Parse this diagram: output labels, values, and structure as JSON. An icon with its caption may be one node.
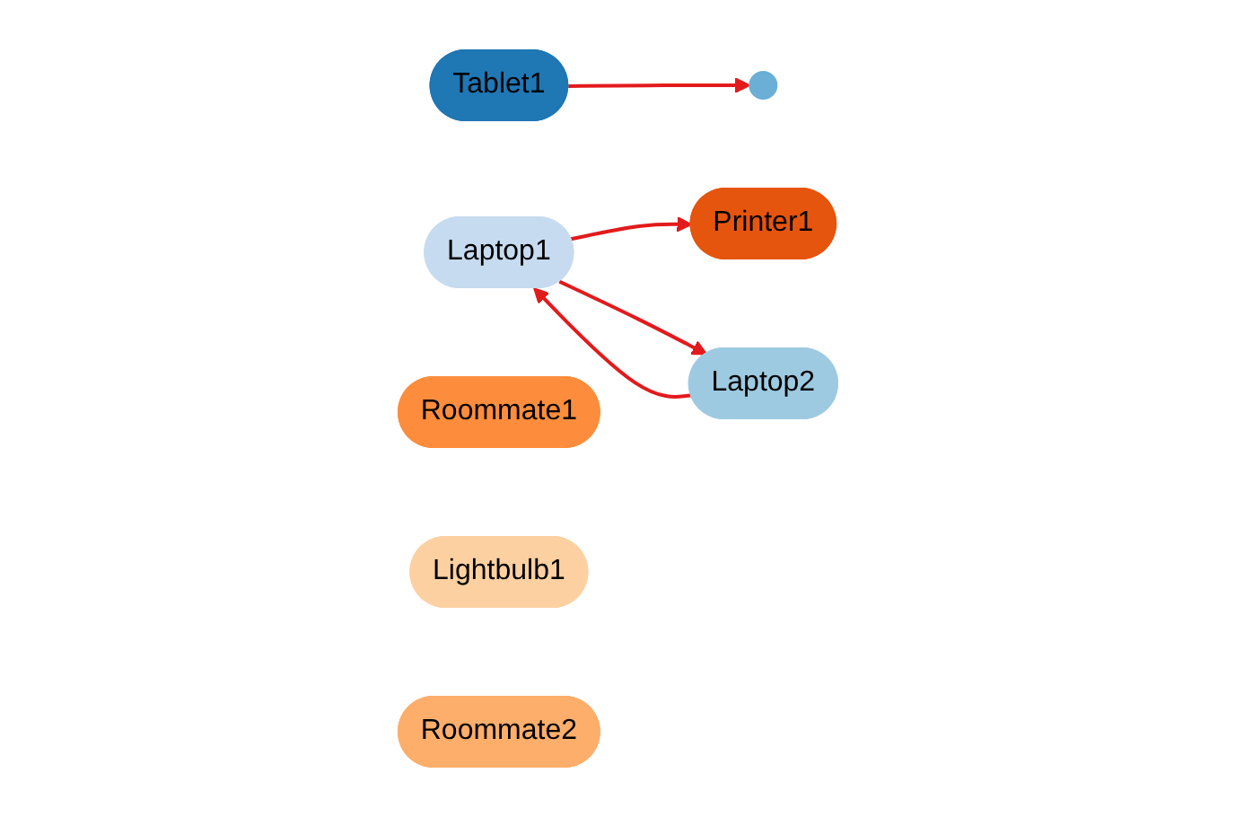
{
  "diagram": {
    "nodes": [
      {
        "text": [
          "Tablet1"
        ]
      },
      {
        "text": [],
        "shape": "circle"
      },
      {
        "text": [
          "Laptop1"
        ]
      },
      {
        "text": [
          "Roommate1"
        ]
      },
      {
        "text": [
          "Lightbulb1"
        ]
      },
      {
        "text": [
          "Printer1"
        ]
      },
      {
        "text": [
          "Laptop2"
        ]
      },
      {
        "text": [
          "Roommate2"
        ]
      }
    ],
    "edges": [
      {
        "from": 0,
        "to": 1,
        "arrow": "to"
      },
      {
        "from": 2,
        "to": 5,
        "arrow": "to"
      },
      {
        "from": 2,
        "to": 6,
        "arrow": "to"
      },
      {
        "from": 6,
        "to": 2,
        "arrow": "to"
      }
    ]
  }
}
